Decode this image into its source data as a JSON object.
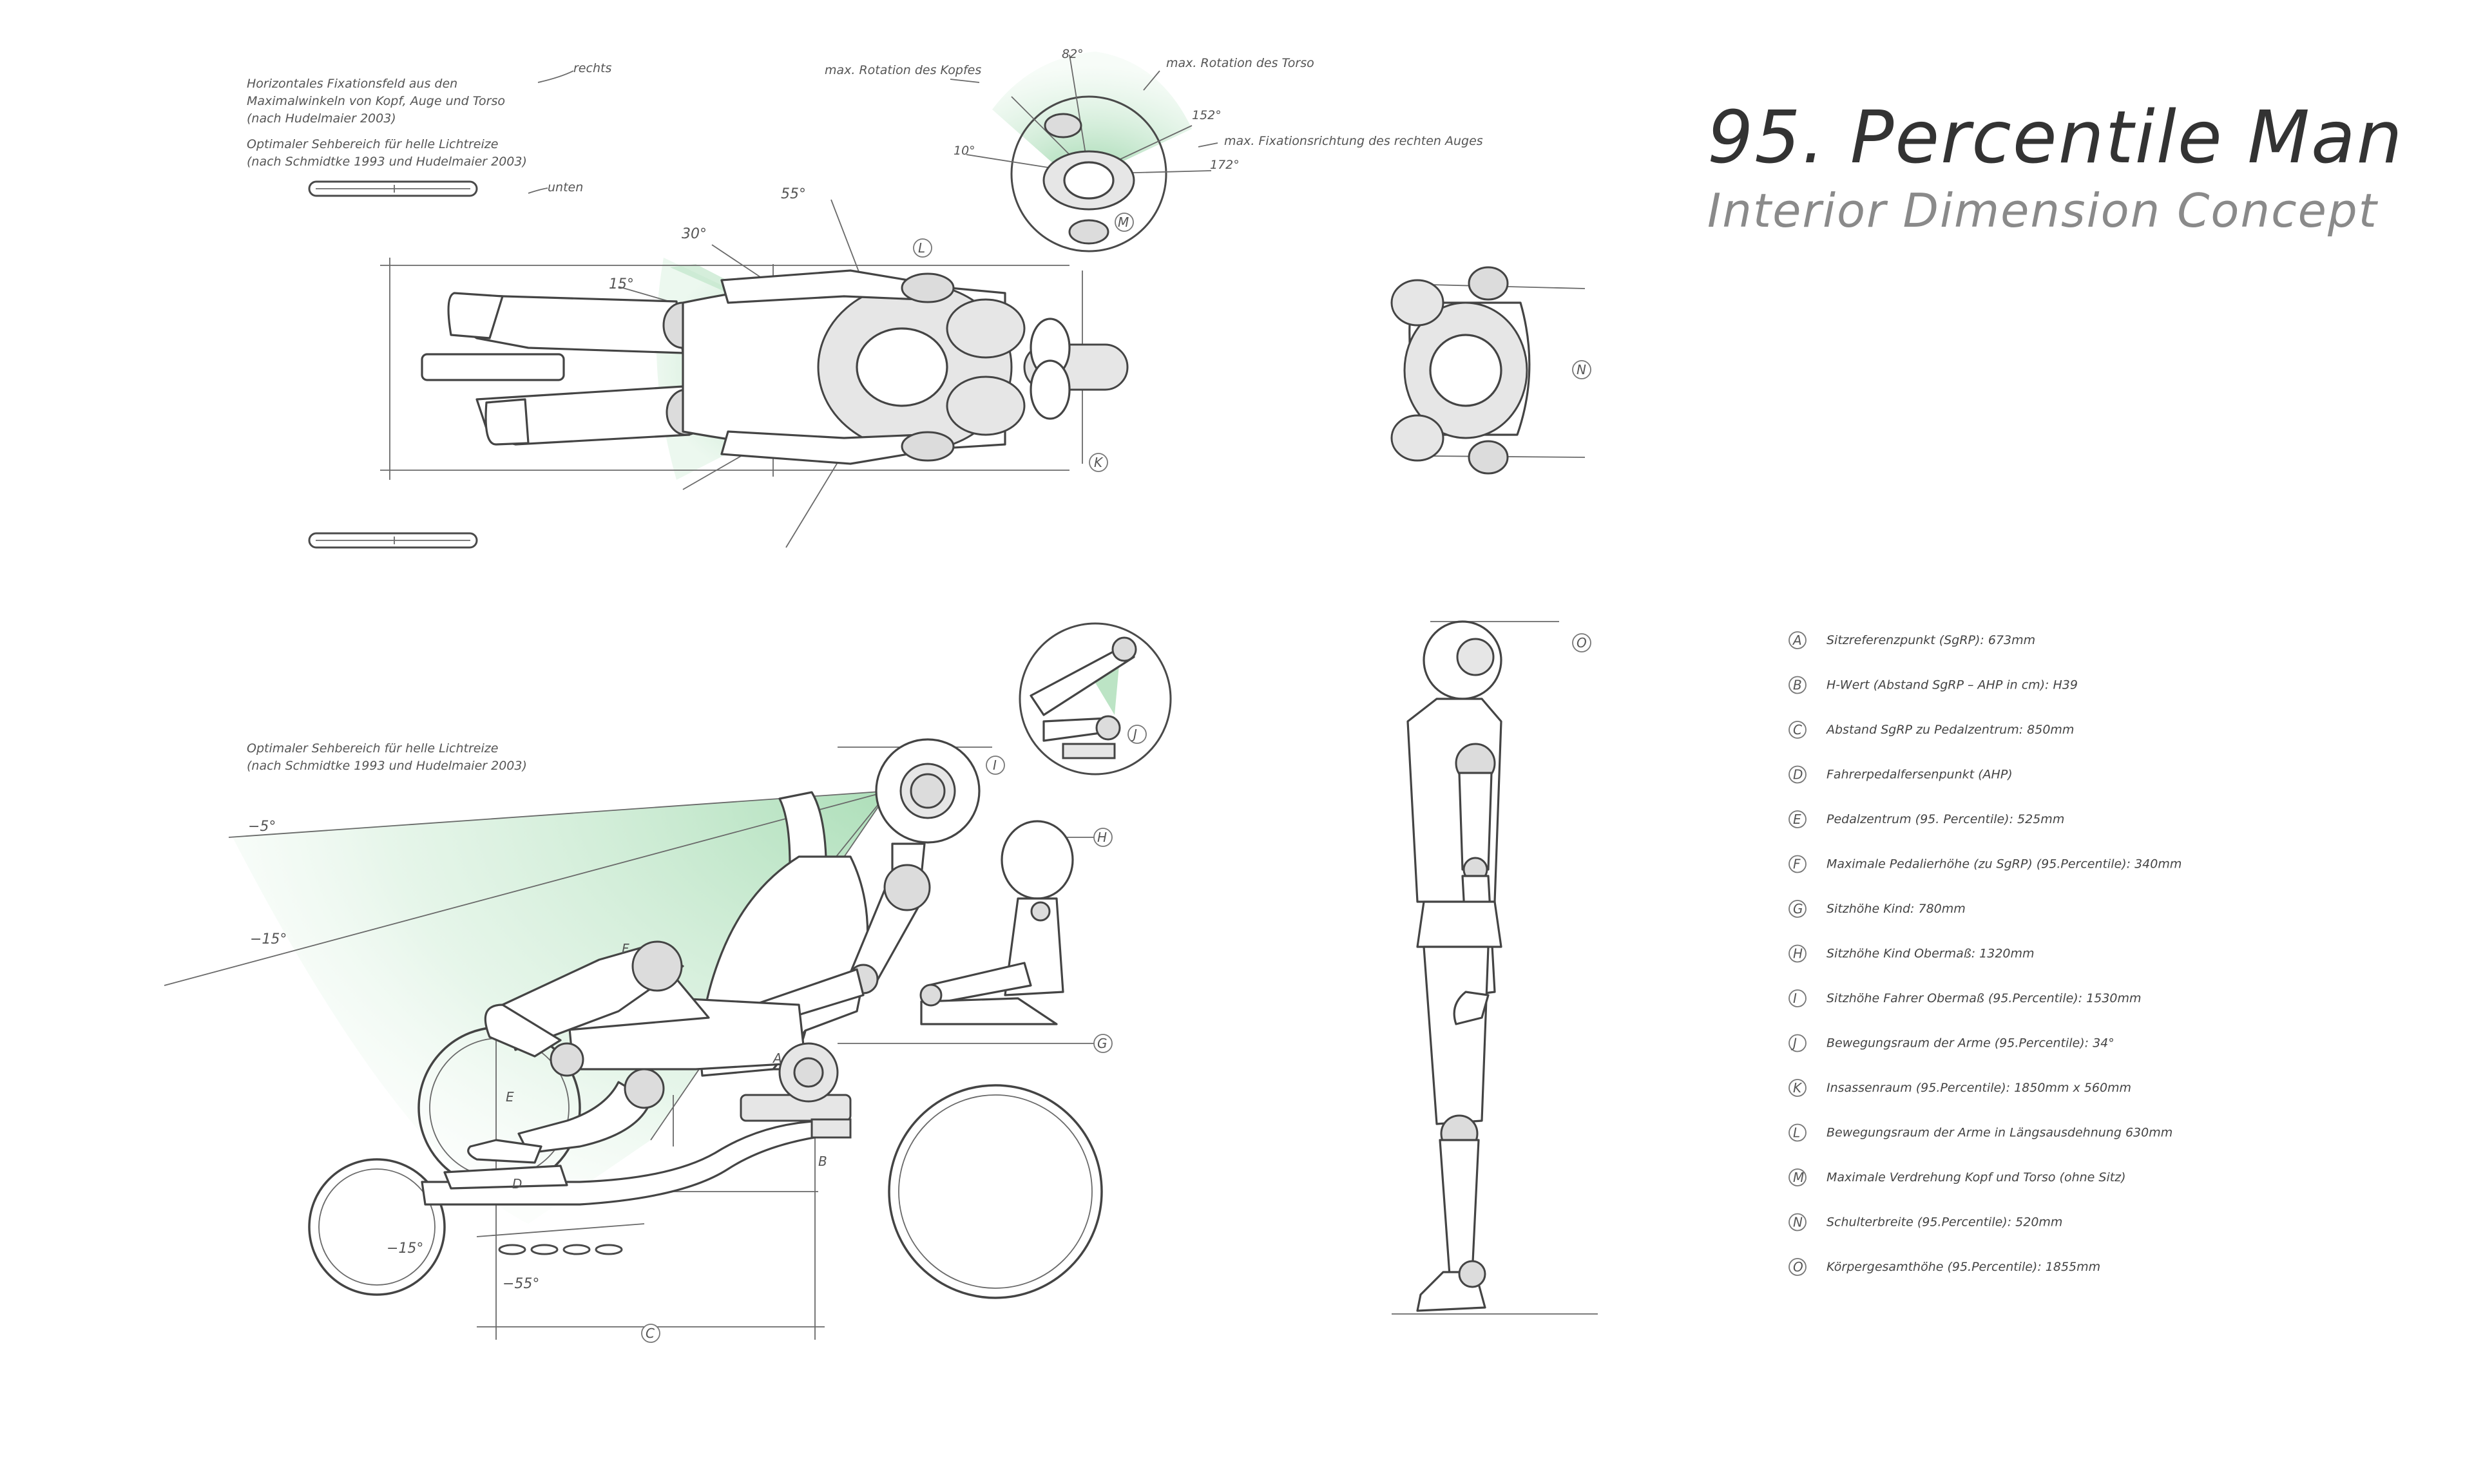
{
  "title": "95. Percentile Man",
  "subtitle": "Interior Dimension Concept",
  "colors": {
    "accent_green": "#a8dcb4",
    "line": "#444444"
  },
  "top_view_notes": {
    "fixation_field": [
      "Horizontales Fixationsfeld aus den",
      "Maximalwinkeln von Kopf, Auge und Torso",
      "(nach Hudelmaier 2003)"
    ],
    "optimal_view": [
      "Optimaler Sehbereich für helle Lichtreize",
      "(nach Schmidtke 1993 und Hudelmaier 2003)"
    ],
    "rechts": "rechts",
    "unten": "unten",
    "rot_kopf": "max. Rotation des Kopfes",
    "rot_torso": "max. Rotation des Torso",
    "fix_auge": "max. Fixationsrichtung des rechten Auges"
  },
  "side_view_note": [
    "Optimaler Sehbereich für helle Lichtreize",
    "(nach Schmidtke 1993 und Hudelmaier 2003)"
  ],
  "angles": {
    "a55": "55°",
    "a30": "30°",
    "a15": "15°",
    "a82": "82°",
    "a152": "152°",
    "a10": "10°",
    "a172": "172°",
    "m5": "−5°",
    "m15a": "−15°",
    "m15b": "−15°",
    "m55": "−55°"
  },
  "marker_letters": {
    "A": "A",
    "B": "B",
    "C": "C",
    "D": "D",
    "E": "E",
    "F": "F",
    "G": "G",
    "H": "H",
    "I": "I",
    "J": "J",
    "K": "K",
    "L": "L",
    "M": "M",
    "N": "N",
    "O": "O"
  },
  "legend": [
    {
      "letter": "A",
      "text": "Sitzreferenzpunkt (SgRP): 673mm"
    },
    {
      "letter": "B",
      "text": "H-Wert (Abstand SgRP – AHP in cm): H39"
    },
    {
      "letter": "C",
      "text": "Abstand SgRP zu Pedalzentrum: 850mm"
    },
    {
      "letter": "D",
      "text": "Fahrerpedalfersenpunkt (AHP)"
    },
    {
      "letter": "E",
      "text": "Pedalzentrum (95. Percentile): 525mm"
    },
    {
      "letter": "F",
      "text": "Maximale Pedalierhöhe (zu SgRP) (95.Percentile): 340mm"
    },
    {
      "letter": "G",
      "text": "Sitzhöhe Kind: 780mm"
    },
    {
      "letter": "H",
      "text": "Sitzhöhe Kind Obermaß: 1320mm"
    },
    {
      "letter": "I",
      "text": "Sitzhöhe Fahrer Obermaß (95.Percentile): 1530mm"
    },
    {
      "letter": "J",
      "text": "Bewegungsraum der Arme (95.Percentile): 34°"
    },
    {
      "letter": "K",
      "text": "Insassenraum (95.Percentile): 1850mm x 560mm"
    },
    {
      "letter": "L",
      "text": "Bewegungsraum der Arme in Längsausdehnung 630mm"
    },
    {
      "letter": "M",
      "text": "Maximale Verdrehung Kopf und Torso (ohne Sitz)"
    },
    {
      "letter": "N",
      "text": "Schulterbreite (95.Percentile): 520mm"
    },
    {
      "letter": "O",
      "text": "Körpergesamthöhe (95.Percentile): 1855mm"
    }
  ]
}
